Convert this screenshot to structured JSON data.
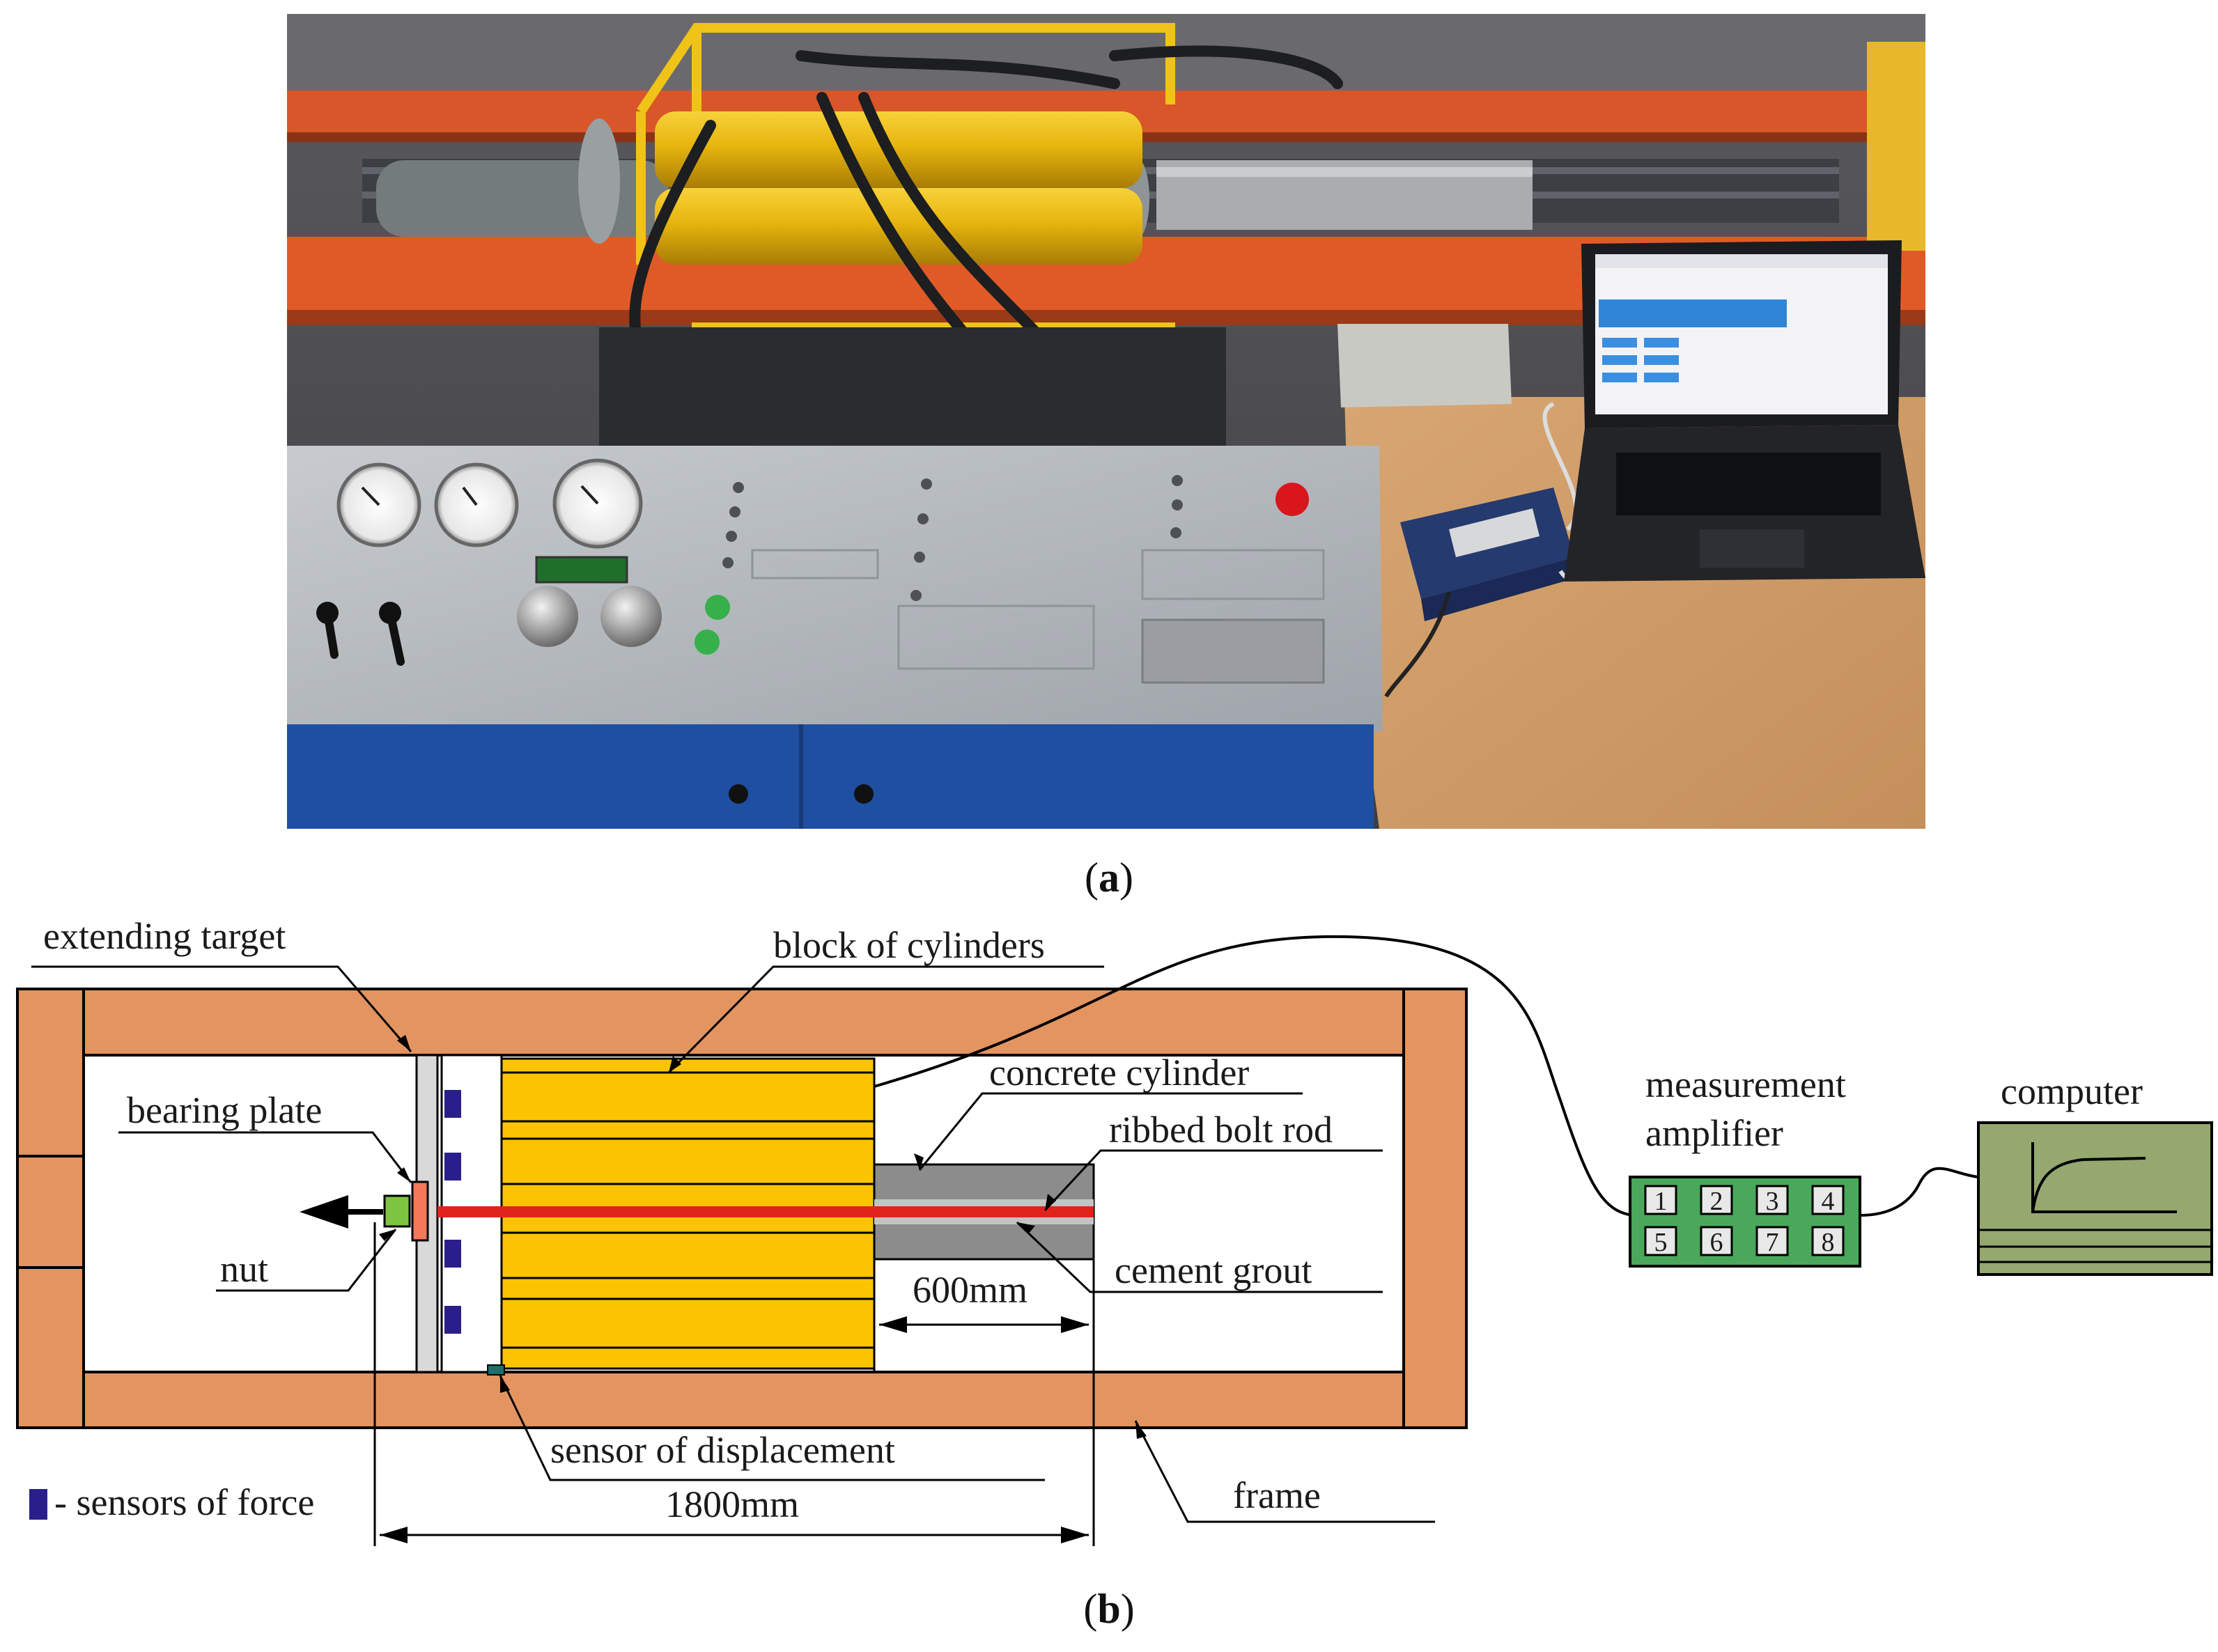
{
  "captions": {
    "a": "a",
    "b": "b"
  },
  "labels": {
    "extending_target": "extending target",
    "block_of_cylinders": "block of cylinders",
    "bearing_plate": "bearing plate",
    "concrete_cylinder": "concrete cylinder",
    "ribbed_bolt_rod": "ribbed bolt rod",
    "nut": "nut",
    "cement_grout": "cement grout",
    "dim_600": "600mm",
    "dim_1800": "1800mm",
    "sensor_of_displacement": "sensor of displacement",
    "sensors_of_force": "- sensors of force",
    "frame": "frame",
    "measurement": "measurement",
    "amplifier": "amplifier",
    "computer": "computer"
  },
  "amplifier_channels": [
    "1",
    "2",
    "3",
    "4",
    "5",
    "6",
    "7",
    "8"
  ],
  "colors": {
    "frame": "#e39460",
    "cylinders": "#fcc400",
    "concrete": "#8c8c8c",
    "bolt_rod": "#e0241c",
    "nut": "#7dc440",
    "bearing_plate": "#f5785a",
    "force_sensor": "#2a1f8a",
    "amplifier": "#4aa85a",
    "computer": "#94a870"
  }
}
